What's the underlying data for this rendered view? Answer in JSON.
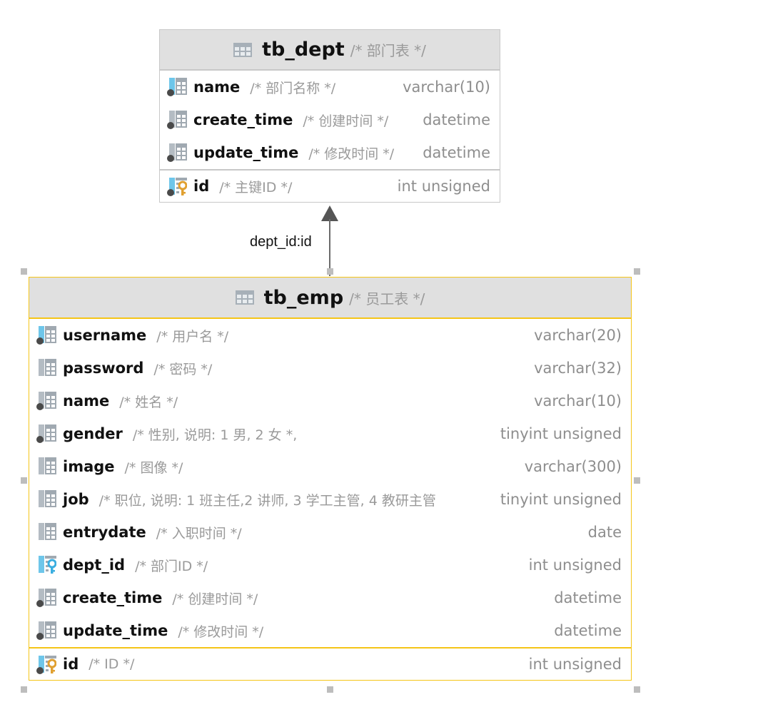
{
  "tables": {
    "dept": {
      "name": "tb_dept",
      "comment": "/* 部门表 */",
      "columns": [
        {
          "name": "name",
          "comment": "/* 部门名称 */",
          "type": "varchar(10)",
          "icon": "column-icon",
          "indexed": true,
          "not_null": true
        },
        {
          "name": "create_time",
          "comment": "/* 创建时间 */",
          "type": "datetime",
          "icon": "column-icon",
          "indexed": false,
          "not_null": true
        },
        {
          "name": "update_time",
          "comment": "/* 修改时间 */",
          "type": "datetime",
          "icon": "column-icon",
          "indexed": false,
          "not_null": true
        },
        {
          "name": "id",
          "comment": "/* 主键ID */",
          "type": "int unsigned",
          "icon": "primary-key-icon",
          "indexed": true,
          "not_null": true
        }
      ]
    },
    "emp": {
      "name": "tb_emp",
      "comment": "/* 员工表 */",
      "columns": [
        {
          "name": "username",
          "comment": "/* 用户名 */",
          "type": "varchar(20)",
          "icon": "column-icon",
          "indexed": true,
          "not_null": true
        },
        {
          "name": "password",
          "comment": "/* 密码 */",
          "type": "varchar(32)",
          "icon": "column-icon",
          "indexed": false,
          "not_null": false
        },
        {
          "name": "name",
          "comment": "/* 姓名 */",
          "type": "varchar(10)",
          "icon": "column-icon",
          "indexed": false,
          "not_null": true
        },
        {
          "name": "gender",
          "comment": "/* 性别, 说明: 1 男, 2 女 *,",
          "type": "tinyint unsigned",
          "icon": "column-icon",
          "indexed": false,
          "not_null": true
        },
        {
          "name": "image",
          "comment": "/* 图像 */",
          "type": "varchar(300)",
          "icon": "column-icon",
          "indexed": false,
          "not_null": false
        },
        {
          "name": "job",
          "comment": "/* 职位, 说明: 1 班主任,2 讲师, 3 学工主管, 4 教研主管",
          "type": "tinyint unsigned",
          "icon": "column-icon",
          "indexed": false,
          "not_null": false
        },
        {
          "name": "entrydate",
          "comment": "/* 入职时间 */",
          "type": "date",
          "icon": "column-icon",
          "indexed": false,
          "not_null": false
        },
        {
          "name": "dept_id",
          "comment": "/* 部门ID */",
          "type": "int unsigned",
          "icon": "foreign-key-icon",
          "indexed": true,
          "not_null": false
        },
        {
          "name": "create_time",
          "comment": "/* 创建时间 */",
          "type": "datetime",
          "icon": "column-icon",
          "indexed": false,
          "not_null": true
        },
        {
          "name": "update_time",
          "comment": "/* 修改时间 */",
          "type": "datetime",
          "icon": "column-icon",
          "indexed": false,
          "not_null": true
        },
        {
          "name": "id",
          "comment": "/* ID */",
          "type": "int unsigned",
          "icon": "primary-key-icon",
          "indexed": true,
          "not_null": true
        }
      ]
    }
  },
  "relationship": {
    "label": "dept_id:id",
    "from": "tb_emp",
    "to": "tb_dept"
  },
  "colors": {
    "selected_border": "#f5c518",
    "header_bg": "#e0e0e0",
    "index_blue": "#6ec6ea",
    "pk_gold": "#e0a030",
    "fk_blue": "#3aaee0",
    "comment_gray": "#9a9a9a"
  }
}
